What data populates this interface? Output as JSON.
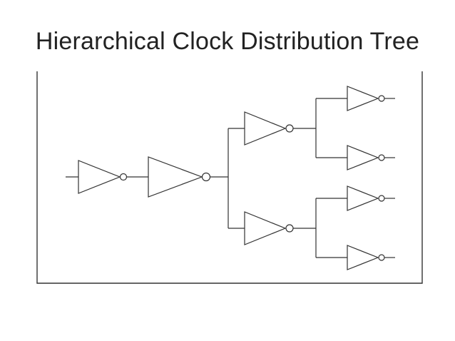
{
  "slide": {
    "title": "Hierarchical Clock Distribution Tree"
  },
  "diagram": {
    "element_type": "inverter",
    "stages": [
      {
        "level": 1,
        "inverters": 1
      },
      {
        "level": 2,
        "inverters": 1
      },
      {
        "level": 3,
        "inverters": 2
      },
      {
        "level": 4,
        "inverters": 4
      }
    ],
    "line_color": "#333333",
    "background_color": "#ffffff"
  }
}
